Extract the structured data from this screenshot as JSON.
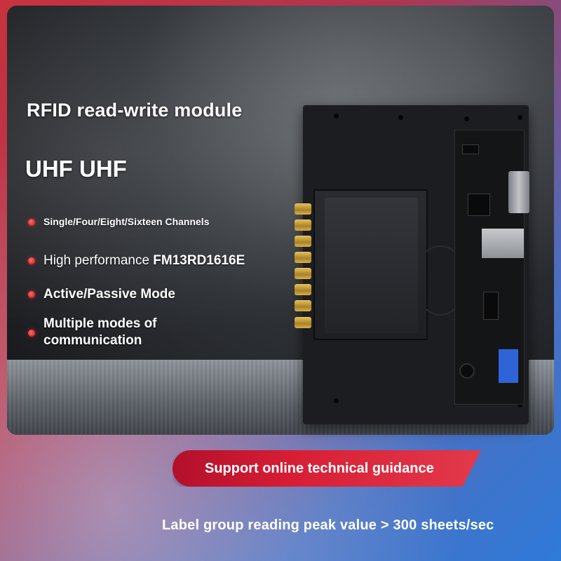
{
  "title": "RFID read-write module",
  "subtitle": "UHF UHF",
  "features": {
    "channels": "Single/Four/Eight/Sixteen Channels",
    "performance_prefix": "High performance ",
    "performance_chip": "FM13RD1616E",
    "mode": "Active/Passive Mode",
    "communication": "Multiple modes of communication"
  },
  "banner": {
    "text": "Support online technical guidance",
    "color": "#d81e35"
  },
  "footer": {
    "text": "Label group reading peak value > 300 sheets/sec"
  },
  "colors": {
    "bullet": "#c1121f",
    "gradient_start": "#c8323e",
    "gradient_end": "#2f7ad9"
  },
  "icons": {
    "bullet": "red-dot-icon"
  }
}
